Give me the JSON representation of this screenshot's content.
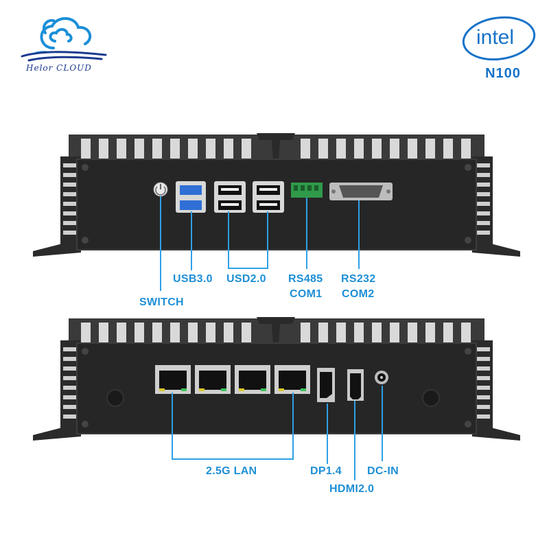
{
  "brand": {
    "logo_text": "Helor CLOUD",
    "chip_logo": "intel",
    "chip_model": "N100"
  },
  "top_panel": {
    "labels": {
      "switch": "SWITCH",
      "usb3": "USB3.0",
      "usb2": "USD2.0",
      "rs485_line1": "RS485",
      "rs485_line2": "COM1",
      "rs232_line1": "RS232",
      "rs232_line2": "COM2"
    }
  },
  "bottom_panel": {
    "labels": {
      "lan": "2.5G LAN",
      "dp": "DP1.4",
      "hdmi": "HDMI2.0",
      "dcin": "DC-IN"
    }
  },
  "colors": {
    "accent": "#1e8fd6",
    "device_body": "#2b2b2b",
    "intel_blue": "#1772c8"
  }
}
